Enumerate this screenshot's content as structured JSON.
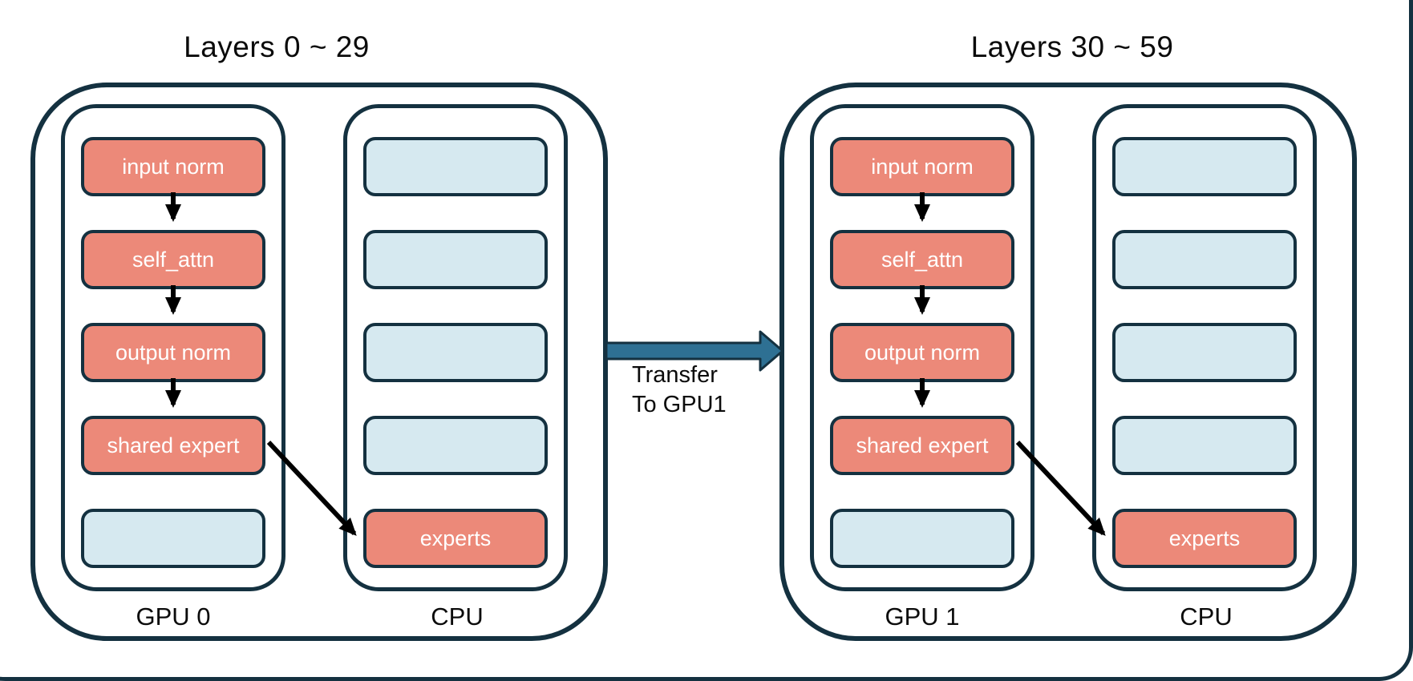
{
  "groups": {
    "left": {
      "title": "Layers 0 ~ 29",
      "gpu": {
        "label": "GPU 0",
        "boxes": [
          {
            "label": "input norm",
            "type": "salmon"
          },
          {
            "label": "self_attn",
            "type": "salmon"
          },
          {
            "label": "output norm",
            "type": "salmon"
          },
          {
            "label": "shared expert",
            "type": "salmon"
          },
          {
            "label": "",
            "type": "empty"
          }
        ]
      },
      "cpu": {
        "label": "CPU",
        "boxes": [
          {
            "label": "",
            "type": "empty"
          },
          {
            "label": "",
            "type": "empty"
          },
          {
            "label": "",
            "type": "empty"
          },
          {
            "label": "",
            "type": "empty"
          },
          {
            "label": "experts",
            "type": "salmon"
          }
        ]
      }
    },
    "right": {
      "title": "Layers 30 ~ 59",
      "gpu": {
        "label": "GPU 1",
        "boxes": [
          {
            "label": "input norm",
            "type": "salmon"
          },
          {
            "label": "self_attn",
            "type": "salmon"
          },
          {
            "label": "output norm",
            "type": "salmon"
          },
          {
            "label": "shared expert",
            "type": "salmon"
          },
          {
            "label": "",
            "type": "empty"
          }
        ]
      },
      "cpu": {
        "label": "CPU",
        "boxes": [
          {
            "label": "",
            "type": "empty"
          },
          {
            "label": "",
            "type": "empty"
          },
          {
            "label": "",
            "type": "empty"
          },
          {
            "label": "",
            "type": "empty"
          },
          {
            "label": "experts",
            "type": "salmon"
          }
        ]
      }
    }
  },
  "transfer": {
    "line1": "Transfer",
    "line2": "To GPU1"
  },
  "colors": {
    "navy": "#143140",
    "salmon": "#ec8979",
    "light_blue": "#d6e9f0",
    "arrow_blue": "#2e7093",
    "flow_arrow": "#000000",
    "background": "#ffffff"
  }
}
